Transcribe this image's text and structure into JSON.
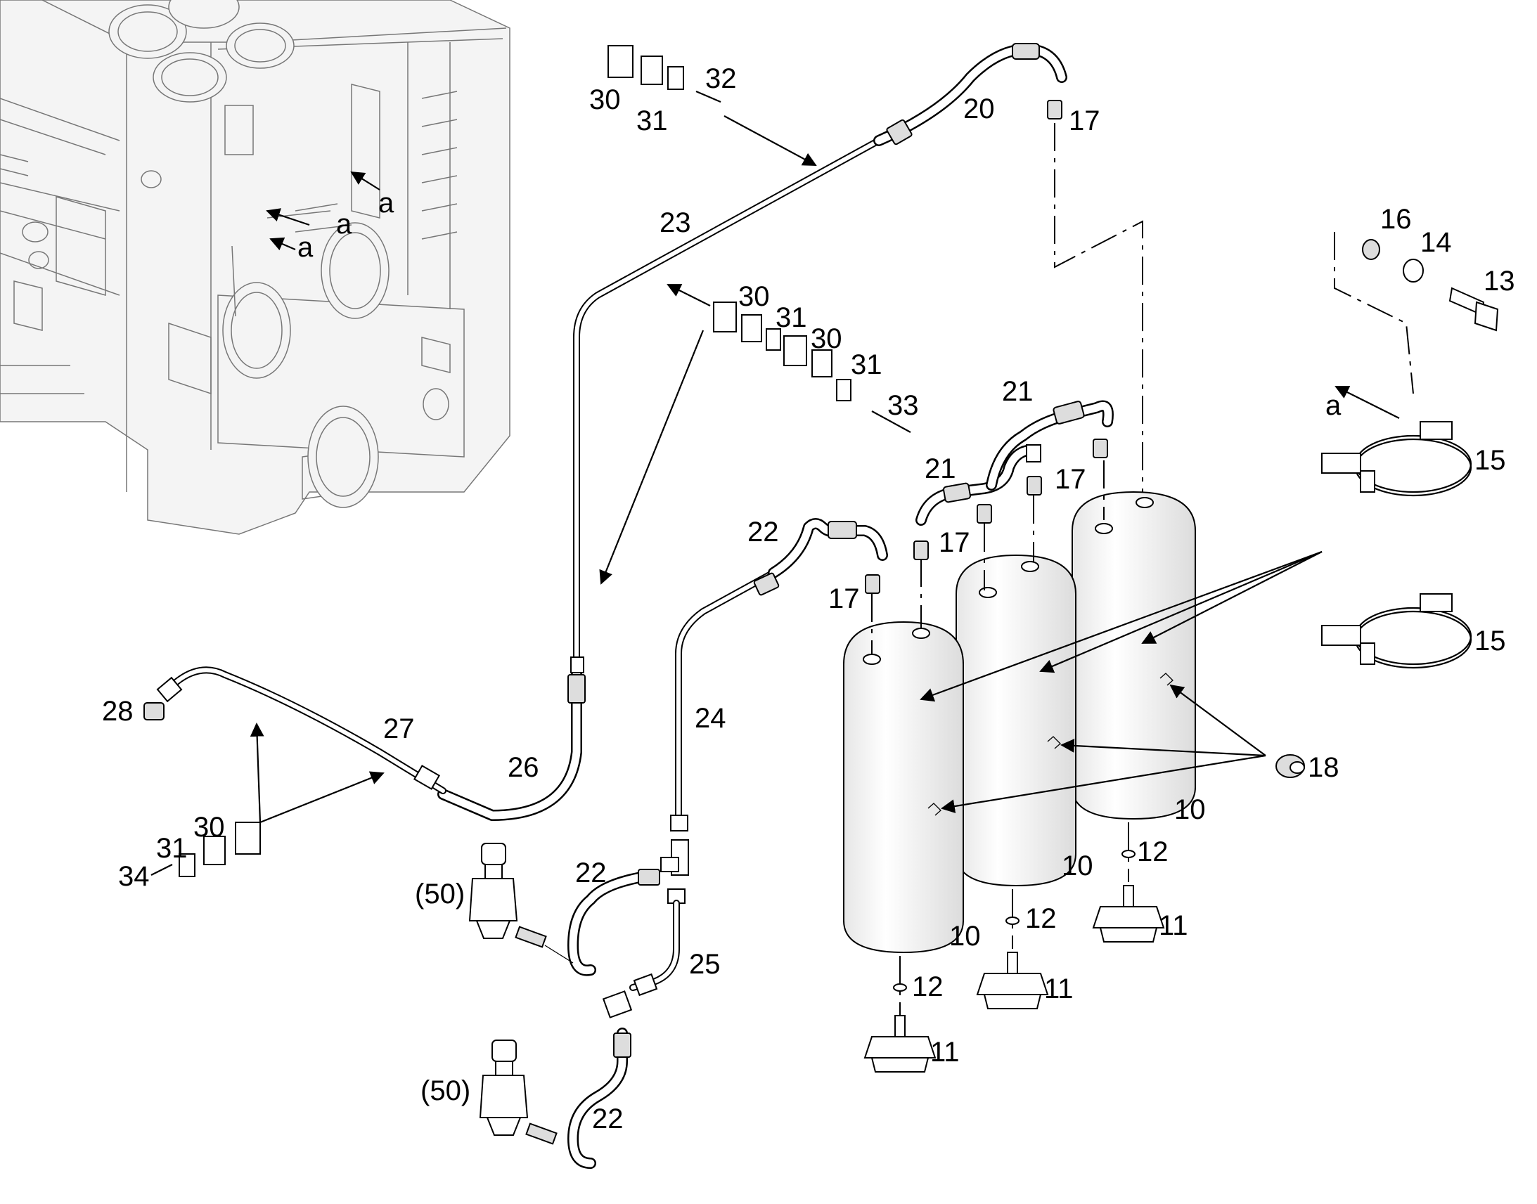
{
  "labels": {
    "n10": "10",
    "n11": "11",
    "n12": "12",
    "n13": "13",
    "n14": "14",
    "n15": "15",
    "n16": "16",
    "n17": "17",
    "n18": "18",
    "n20": "20",
    "n21": "21",
    "n22": "22",
    "n23": "23",
    "n24": "24",
    "n25": "25",
    "n26": "26",
    "n27": "27",
    "n28": "28",
    "n30": "30",
    "n31": "31",
    "n32": "32",
    "n33": "33",
    "n34": "34",
    "n50": "(50)",
    "a": "a"
  }
}
